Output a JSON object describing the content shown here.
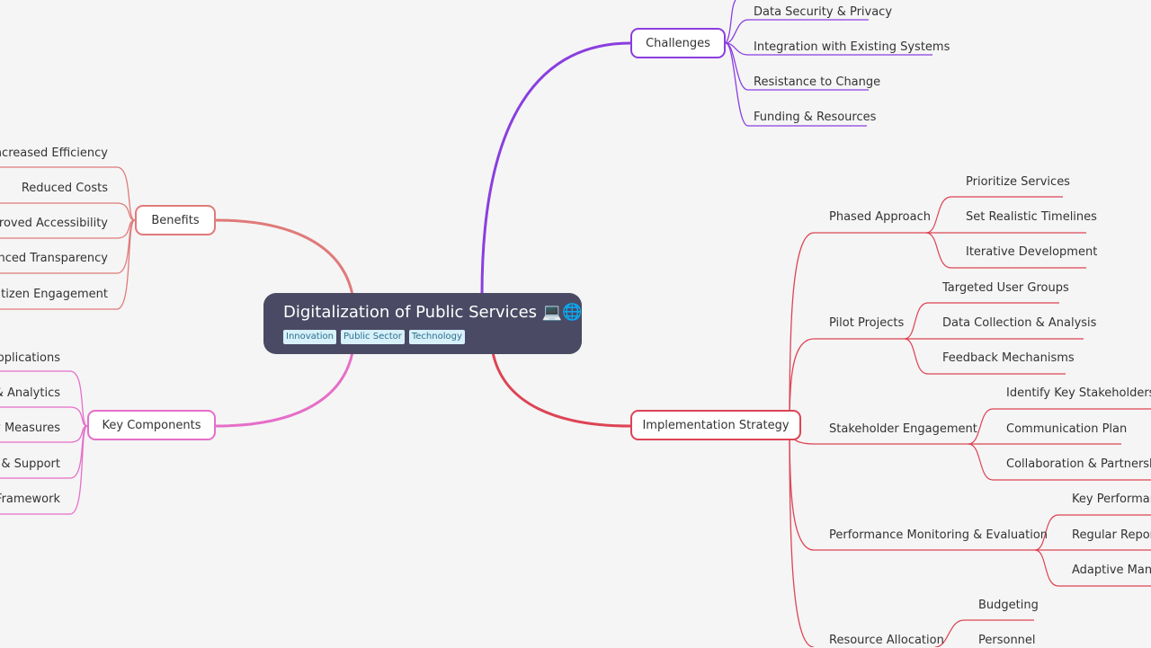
{
  "colors": {
    "challenges": "#8a3ee0",
    "benefits": "#e07a7a",
    "implementation": "#dd4455",
    "components": "#e66ec8",
    "central_bg": "#4a4a64"
  },
  "central": {
    "title": "Digitalization of Public Services 💻🌐",
    "tags": [
      "Innovation",
      "Public Sector",
      "Technology"
    ]
  },
  "challenges": {
    "label": "Challenges",
    "items": [
      "Data Security & Privacy",
      "Integration with Existing Systems",
      "Resistance to Change",
      "Funding & Resources"
    ]
  },
  "benefits": {
    "label": "Benefits",
    "items": [
      "Increased Efficiency",
      "Reduced Costs",
      "mproved Accessibility",
      "anced Transparency",
      "Citizen Engagement"
    ]
  },
  "components": {
    "label": "Key Components",
    "items": [
      "pplications",
      "& Analytics",
      "y Measures",
      "g & Support",
      "Framework"
    ]
  },
  "implementation": {
    "label": "Implementation Strategy",
    "groups": [
      {
        "label": "Phased Approach",
        "items": [
          "Prioritize Services",
          "Set Realistic Timelines",
          "Iterative Development"
        ]
      },
      {
        "label": "Pilot Projects",
        "items": [
          "Targeted User Groups",
          "Data Collection & Analysis",
          "Feedback Mechanisms"
        ]
      },
      {
        "label": "Stakeholder Engagement",
        "items": [
          "Identify Key Stakeholders",
          "Communication Plan",
          "Collaboration & Partnership"
        ]
      },
      {
        "label": "Performance Monitoring & Evaluation",
        "items": [
          "Key Performan",
          "Regular Report",
          "Adaptive Mana"
        ]
      },
      {
        "label": "Resource Allocation",
        "items": [
          "Budgeting",
          "Personnel"
        ]
      }
    ]
  }
}
